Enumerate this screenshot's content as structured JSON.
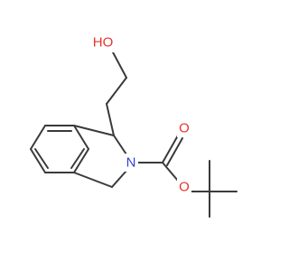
{
  "atoms": {
    "oh": {
      "text": "HO",
      "color": "#e8322b"
    },
    "n": {
      "text": "N",
      "color": "#2f3fd6"
    },
    "o_carbonyl": {
      "text": "O",
      "color": "#e8322b"
    },
    "o_ester": {
      "text": "O",
      "color": "#e8322b"
    }
  },
  "colors": {
    "bond": "#3a3a3a",
    "background": "#ffffff"
  }
}
